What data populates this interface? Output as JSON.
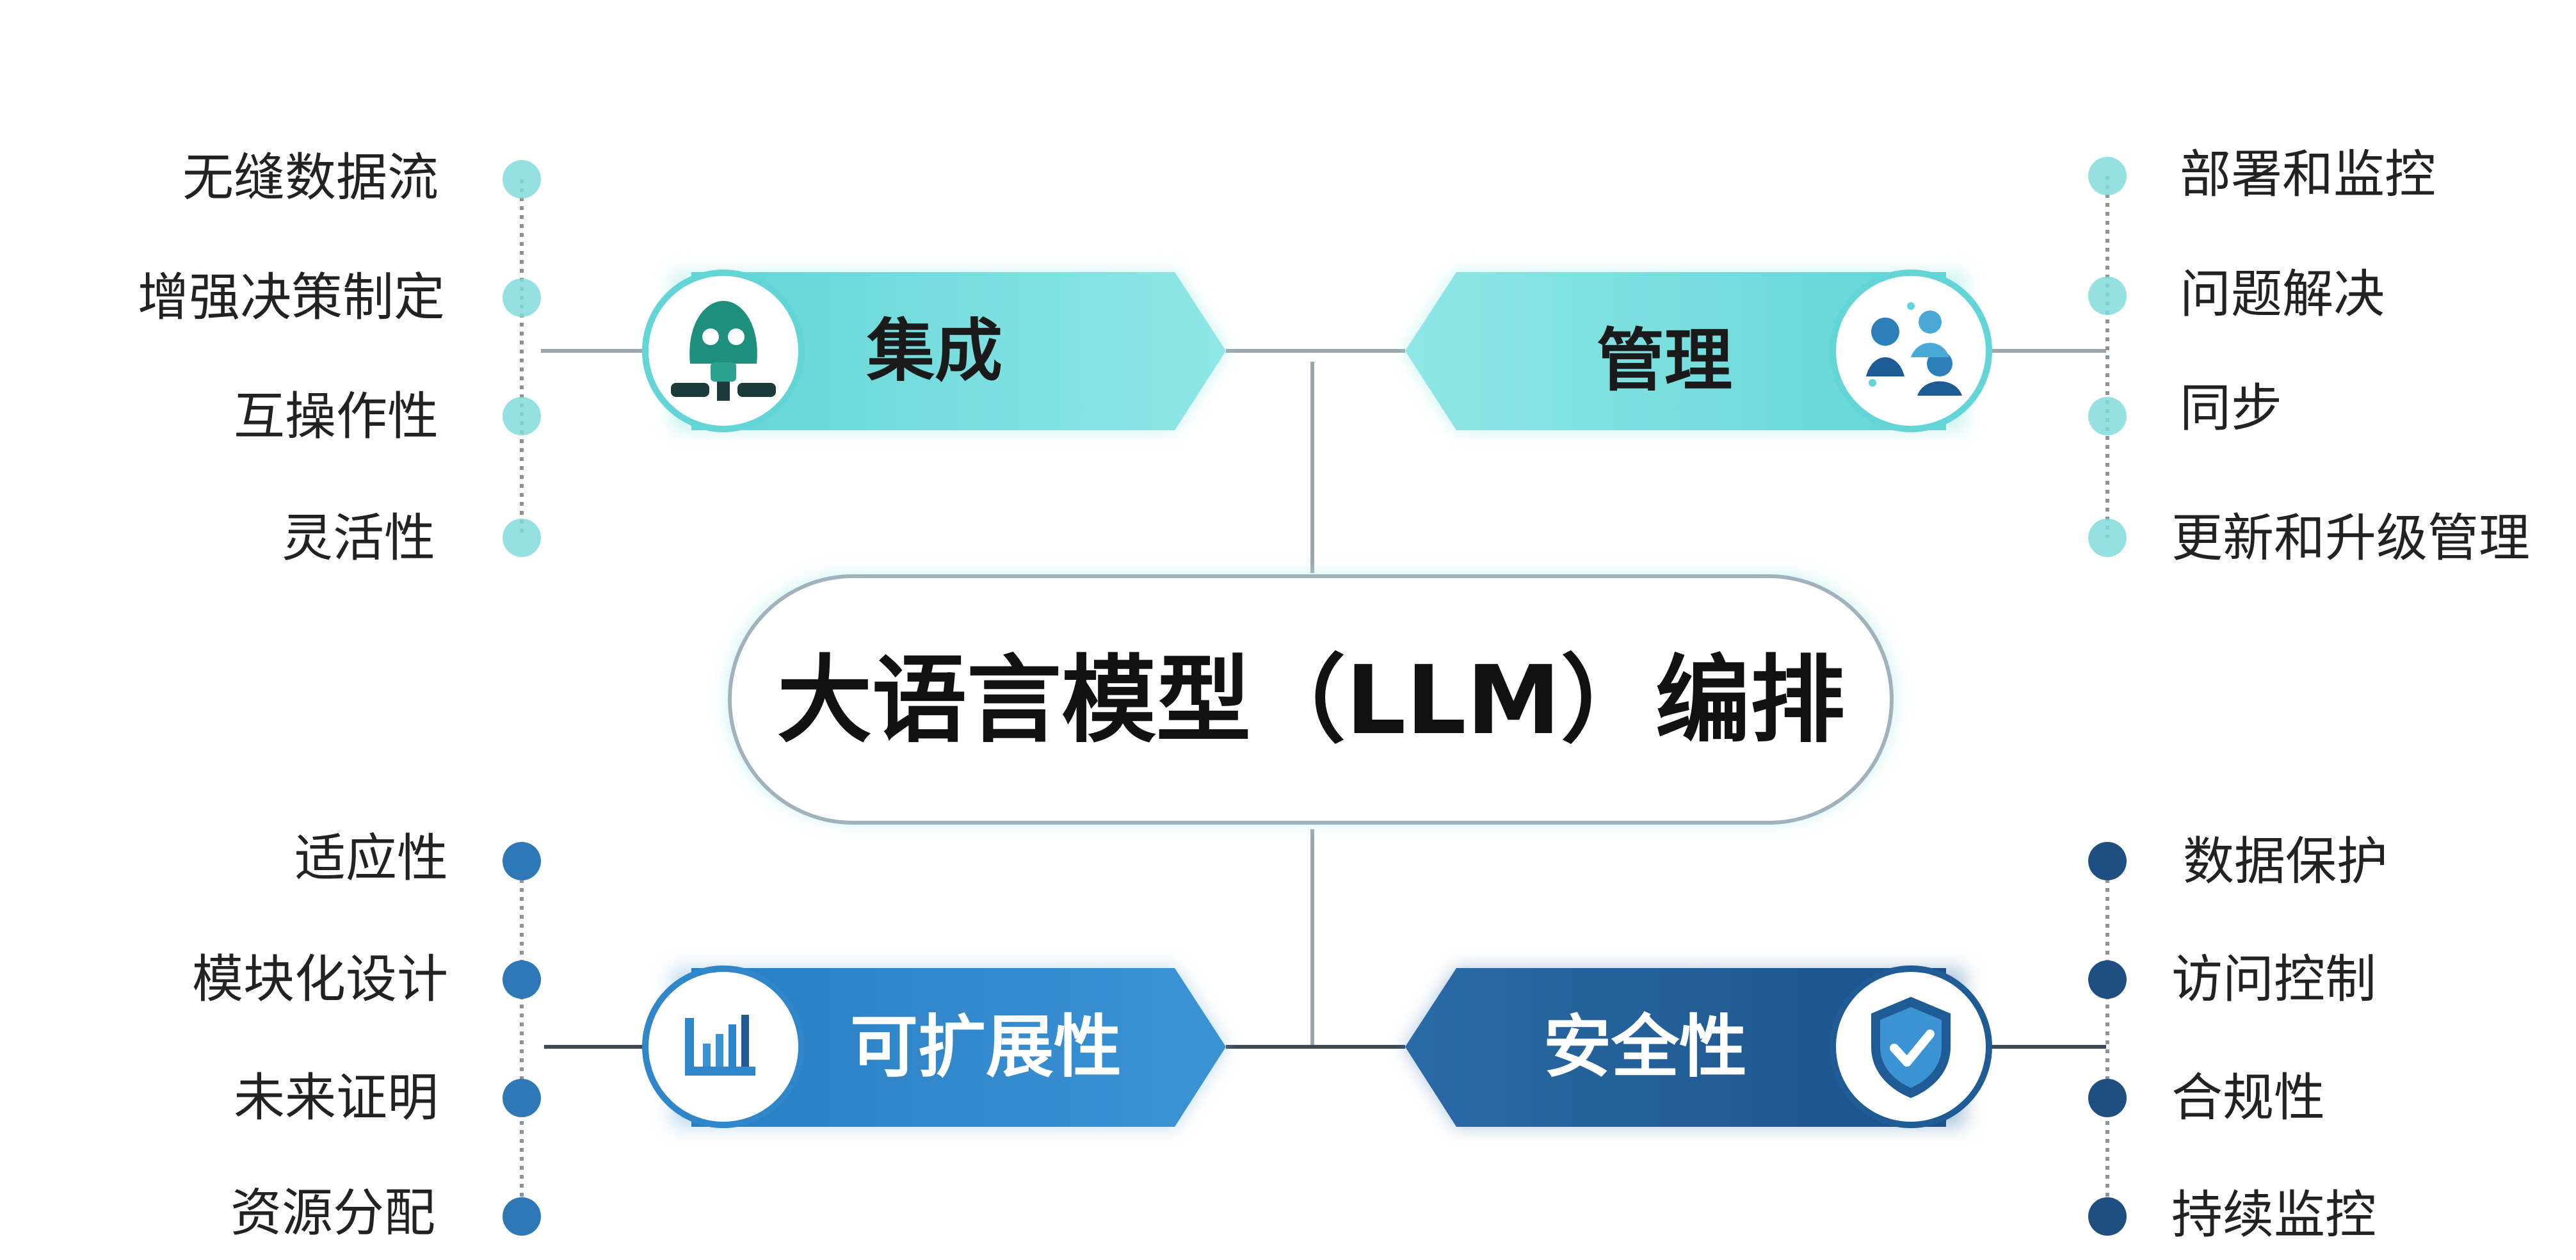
{
  "center": {
    "title": "大语言模型（LLM）编排"
  },
  "colors": {
    "teal": "#7fdfe0",
    "teal_dark": "#5ccfd2",
    "blue": "#2f86c8",
    "navy": "#1f5c95",
    "dot_blue": "#2f78b8",
    "dot_navy": "#1e4f80",
    "line": "#9aa6ad"
  },
  "quadrants": {
    "integration": {
      "label": "集成",
      "icon": "robot-icon",
      "items": [
        "无缝数据流",
        "增强决策制定",
        "互操作性",
        "灵活性"
      ]
    },
    "management": {
      "label": "管理",
      "icon": "team-icon",
      "items": [
        "部署和监控",
        "问题解决",
        "同步",
        "更新和升级管理"
      ]
    },
    "scalability": {
      "label": "可扩展性",
      "icon": "scale-chart-icon",
      "items": [
        "适应性",
        "模块化设计",
        "未来证明",
        "资源分配"
      ]
    },
    "security": {
      "label": "安全性",
      "icon": "shield-check-icon",
      "items": [
        "数据保护",
        "访问控制",
        "合规性",
        "持续监控"
      ]
    }
  }
}
